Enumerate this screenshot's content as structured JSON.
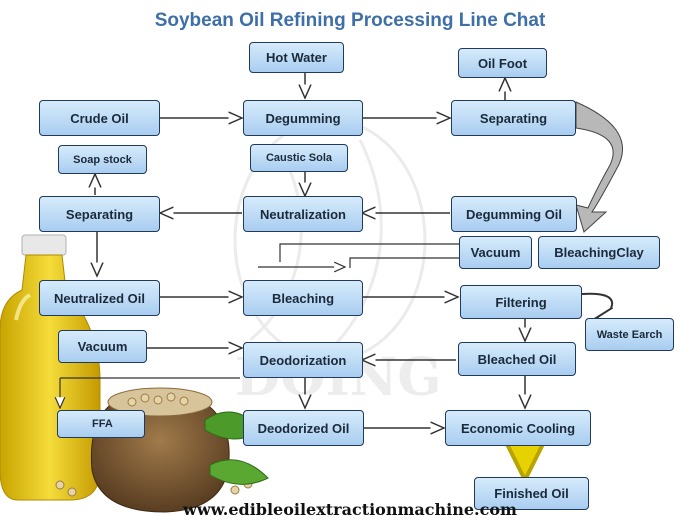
{
  "title": "Soybean Oil Refining Processing Line Chat",
  "nodes": {
    "hot_water": "Hot Water",
    "oil_foot": "Oil Foot",
    "crude_oil": "Crude Oil",
    "degumming": "Degumming",
    "separating_1": "Separating",
    "soap_stock": "Soap stock",
    "caustic_sola": "Caustic Sola",
    "separating_2": "Separating",
    "neutralization": "Neutralization",
    "degumming_oil": "Degumming Oil",
    "vacuum_1": "Vacuum",
    "bleaching_clay": "BleachingClay",
    "neutralized_oil": "Neutralized Oil",
    "bleaching": "Bleaching",
    "filtering": "Filtering",
    "waste_earch": "Waste Earch",
    "vacuum_2": "Vacuum",
    "deodorization": "Deodorization",
    "bleached_oil": "Bleached Oil",
    "ffa": "FFA",
    "deodorized_oil": "Deodorized Oil",
    "economic_cooling": "Economic Cooling",
    "finished_oil": "Finished Oil"
  },
  "watermark": "DOING",
  "footer": "www.edibleoilextractionmachine.com"
}
